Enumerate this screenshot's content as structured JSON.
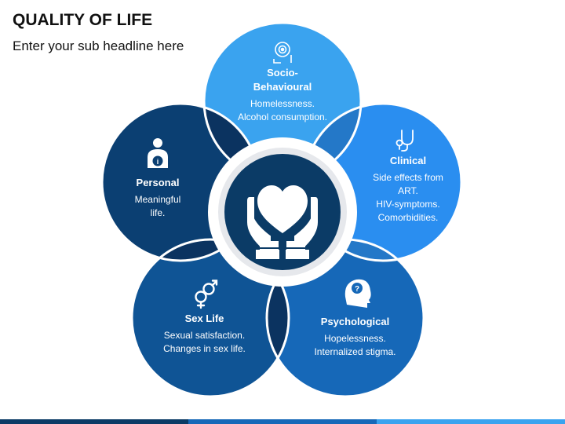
{
  "slide": {
    "title": "QUALITY OF LIFE",
    "subtitle": "Enter your sub headline here"
  },
  "petals": [
    {
      "key": "socio",
      "heading_lines": [
        "Socio-",
        "Behavioural"
      ],
      "desc_lines": [
        "Homelessness.",
        "Alcohol consumption."
      ],
      "color": "#3aa3ef",
      "icon": "brain-gear-icon"
    },
    {
      "key": "clinical",
      "heading_lines": [
        "Clinical"
      ],
      "desc_lines": [
        "Side effects from",
        "ART.",
        "HIV-symptoms.",
        "Comorbidities."
      ],
      "color": "#2a8ef0",
      "icon": "stethoscope-icon"
    },
    {
      "key": "psychological",
      "heading_lines": [
        "Psychological"
      ],
      "desc_lines": [
        "Hopelessness.",
        "Internalized stigma."
      ],
      "color": "#1668b8",
      "icon": "head-question-icon"
    },
    {
      "key": "sexlife",
      "heading_lines": [
        "Sex Life"
      ],
      "desc_lines": [
        "Sexual satisfaction.",
        "Changes in sex life."
      ],
      "color": "#0f5495",
      "icon": "gender-symbols-icon"
    },
    {
      "key": "personal",
      "heading_lines": [
        "Personal"
      ],
      "desc_lines": [
        "Meaningful",
        "life."
      ],
      "color": "#0b3f72",
      "icon": "person-info-icon"
    }
  ],
  "center": {
    "icon": "heart-hands-icon",
    "color": "#0b3b66"
  },
  "colors": {
    "overlap_light": "#2478c8",
    "overlap_dark": "#0b3360",
    "bottom_bar": [
      "#0b3b66",
      "#1668b8",
      "#3aa3ef"
    ]
  }
}
